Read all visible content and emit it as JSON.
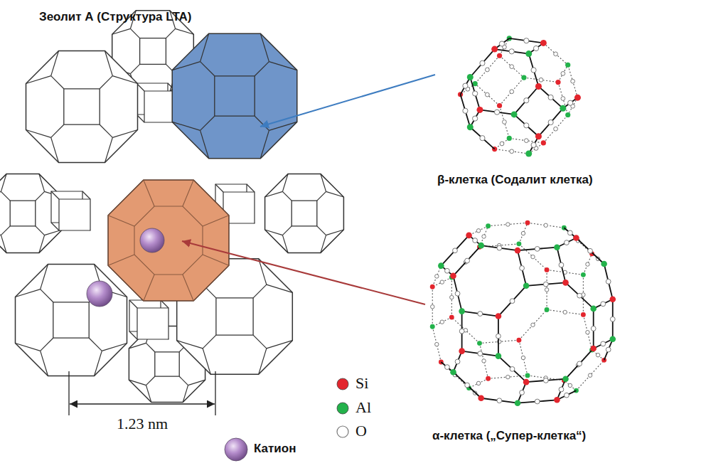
{
  "diagram": {
    "title": "Зеолит А (Структура LTA)",
    "labels": [
      "β-клетка (Содалит клетка)",
      "α-клетка („Супер-клетка“)",
      "1.23 nm"
    ],
    "legend": [
      {
        "text": "Si",
        "color": "#e3262e"
      },
      {
        "text": "Al",
        "color": "#23b24b"
      },
      {
        "text": "O"
      },
      {
        "text": "Катион"
      }
    ]
  }
}
